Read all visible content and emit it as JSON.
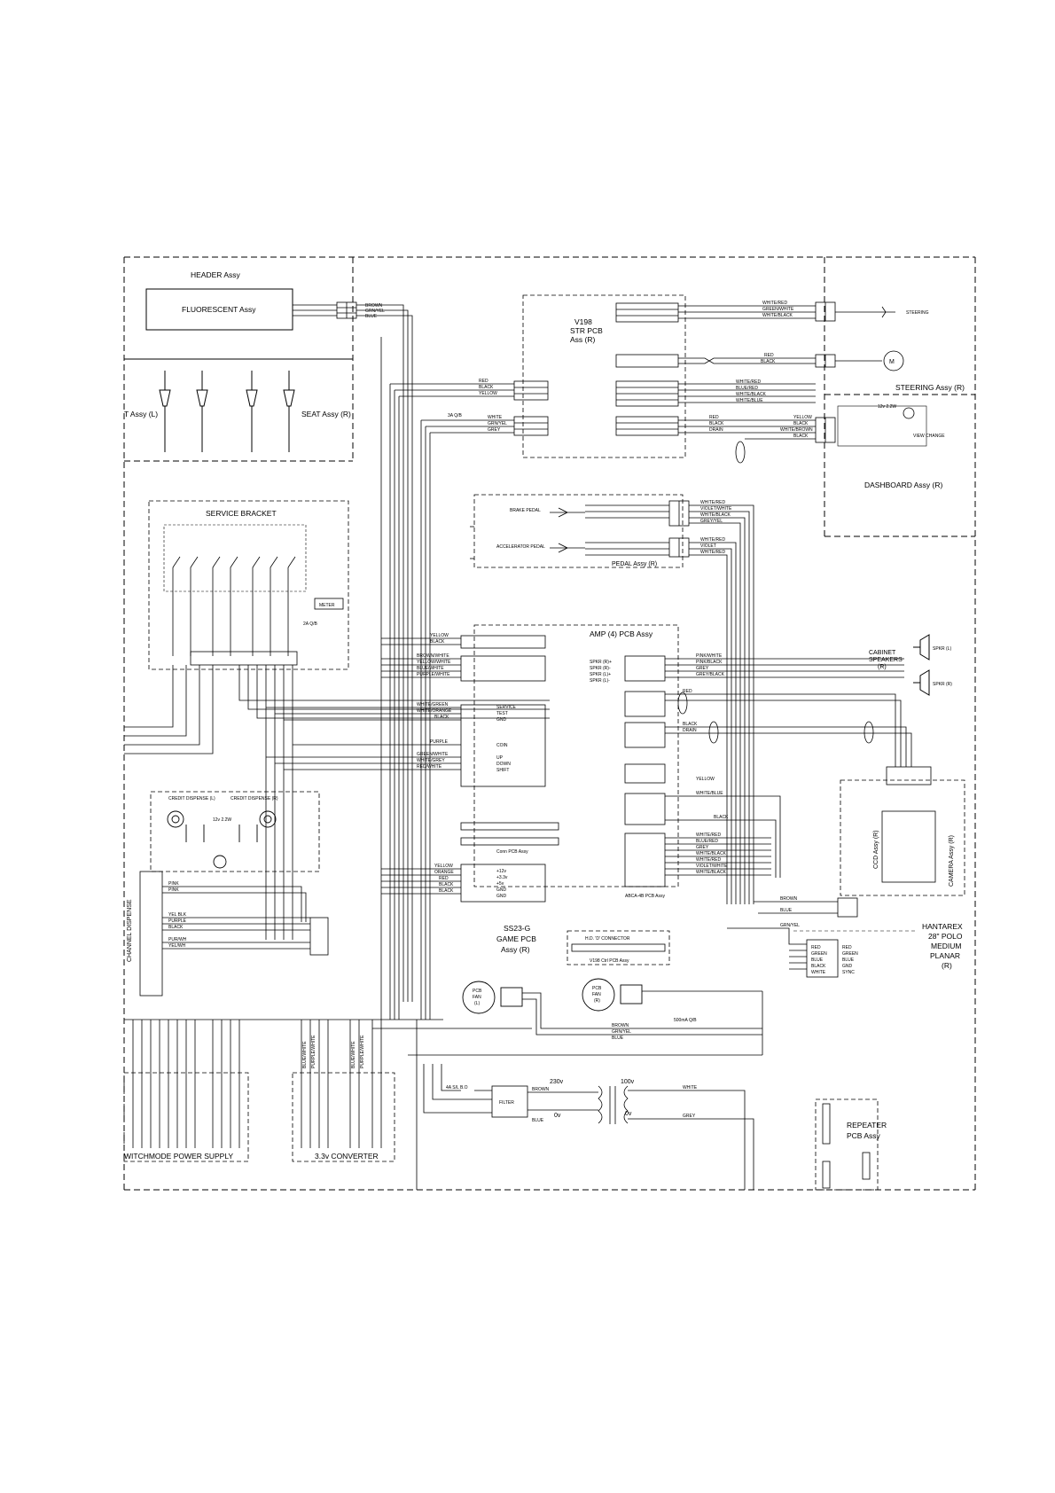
{
  "blocks": {
    "header": "HEADER Assy",
    "fluorescent": "FLUORESCENT Assy",
    "seat_left": "T Assy (L)",
    "seat_right": "SEAT Assy (R)",
    "str_pcb": [
      "V198",
      "STR PCB",
      "Ass (R)"
    ],
    "steering_assy": "STEERING Assy (R)",
    "dashboard": "DASHBOARD Assy (R)",
    "service_bracket": "SERVICE BRACKET",
    "meter": "METER",
    "pedal": "PEDAL Assy (R)",
    "brake_pedal": "BRAKE PEDAL",
    "accelerator_pedal": "ACCELERATOR PEDAL",
    "amp_pcb": "AMP (4) PCB Assy",
    "cabinet_speakers": [
      "CABINET",
      "SPEAKERS",
      "(R)"
    ],
    "ccd": "CCD Assy (R)",
    "camera": "CAMERA Assy (R)",
    "game_pcb": [
      "SS23-G",
      "GAME PCB",
      "Assy (R)"
    ],
    "hantarex": [
      "HANTAREX",
      "28\" POLO",
      "MEDIUM",
      "PLANAR",
      "(R)"
    ],
    "pcb_fan_l": [
      "PCB",
      "FAN",
      "(L)"
    ],
    "pcb_fan_r": [
      "PCB",
      "FAN",
      "(R)"
    ],
    "switchmode": "WITCHMODE POWER SUPPLY",
    "converter": "3.3v CONVERTER",
    "repeater": [
      "REPEATER",
      "PCB Assy"
    ],
    "filter": "FILTER",
    "credit_dispense": "CHANNEL DISPENSE",
    "credit_l": "CREDIT DISPENSE (L)",
    "credit_r": "CREDIT DISPENSE (R)"
  },
  "labels": {
    "steering_motor": "M",
    "steering_wire": "STEERING",
    "view_change": "VIEW CHANGE",
    "v_230": "230v",
    "v_100": "100v",
    "v_0a": "0v",
    "v_0b": "0v",
    "fuse_3a": "3A Q/B",
    "fuse_2a": "2A Q/B",
    "fuse_500ma": "500mA Q/B",
    "fuse_4a": "4A S/L B.O",
    "spkr_l": "SPKR (L)",
    "spkr_r": "SPKR (R)",
    "lamp_12v": "12v 2.2W",
    "header_wires": [
      "BROWN",
      "GRN/YEL",
      "BLUE"
    ],
    "steer_top_wires": [
      "WHITE/RED",
      "GREEN/WHITE",
      "WHITE/BLACK"
    ],
    "motor_wires": [
      "RED",
      "BLACK"
    ],
    "str_right_wires": [
      "WHITE/RED",
      "BLUE/RED",
      "WHITE/BLACK",
      "WHITE/BLUE"
    ],
    "str_left_wires": [
      "RED",
      "BLACK",
      "YELLOW"
    ],
    "ac_wires": [
      "WHITE",
      "GRN/YEL",
      "GREY"
    ],
    "dash_wires": [
      "YELLOW",
      "BLACK",
      "WHITE/BROWN",
      "BLACK"
    ],
    "str_drain": [
      "RED",
      "BLACK",
      "DRAIN"
    ],
    "pedal_wires": [
      "WHITE/RED",
      "VIOLET/WHITE",
      "WHITE/BLACK",
      "GREY/YEL",
      "WHITE/RED",
      "VIOLET",
      "WHITE/RED"
    ],
    "amp_in_wires": [
      "YELLOW",
      "BLACK",
      "BROWN/WHITE",
      "YELLOW/WHITE",
      "BLUE/WHITE",
      "PURPLE/WHITE"
    ],
    "amp_out_wires": [
      "PINK/WHITE",
      "PINK/BLACK",
      "GREY",
      "GREY/BLACK"
    ],
    "service_wires": [
      "WHITE/GREEN",
      "WHITE/ORANGE",
      "BLACK",
      "PURPLE",
      "GREEN/WHITE",
      "WHITE/GREY",
      "RED/WHITE"
    ],
    "credit_wires": [
      "PINK",
      "PINK",
      "YEL BLK",
      "PURPLE",
      "BLACK",
      "PUR/WH",
      "YEL/WH"
    ],
    "led_wires": [
      "YELLOW",
      "ORANGE",
      "RED",
      "BLACK",
      "BLACK"
    ],
    "abc_wires": [
      "WHITE/RED",
      "BLUE/RED",
      "GREY",
      "WHITE/BLACK",
      "WHITE/RED",
      "VIOLET/WHITE",
      "WHITE/BLACK"
    ],
    "video_wires": [
      "WHITE/BLUE",
      "BLACK",
      "YELLOW"
    ],
    "monitor_wires": [
      "BROWN",
      "BLUE",
      "GRN/YEL"
    ],
    "monitor_sig": [
      "RED",
      "GREEN",
      "BLUE",
      "BLACK",
      "WHITE"
    ],
    "fan_wires": [
      "BROWN",
      "GRN/YEL",
      "BLUE"
    ],
    "power_wires": [
      "BROWN",
      "BLUE",
      "WHITE",
      "GREY"
    ],
    "vertical_wires": [
      "BLUE/WHITE",
      "PURPLE/WHITE",
      "BLUE/WHITE",
      "PURPLE/WHITE"
    ],
    "drain_b": [
      "RED",
      "BLACK",
      "DRAIN"
    ],
    "amp_signals": [
      "SPKR (R)+",
      "SPKR (R)-",
      "SPKR (L)+",
      "SPKR (L)-"
    ],
    "game_signals": [
      "SERVICE",
      "TEST",
      "GND",
      "COIN",
      "UP",
      "DOWN",
      "SHIFT"
    ],
    "led_signals": [
      "+12v",
      "+3.3v",
      "+5v",
      "GND",
      "GND"
    ],
    "monitor_signals": [
      "RED",
      "GREEN",
      "BLUE",
      "GND",
      "SYNC"
    ],
    "v198_ctl": "V198 Ctrl PCB Assy",
    "conn_assy": "Conn PCB Assy",
    "abc_assy": "ABCA-4B PCB Assy",
    "hd_connector": "H.D. 'D' CONNECTOR"
  }
}
